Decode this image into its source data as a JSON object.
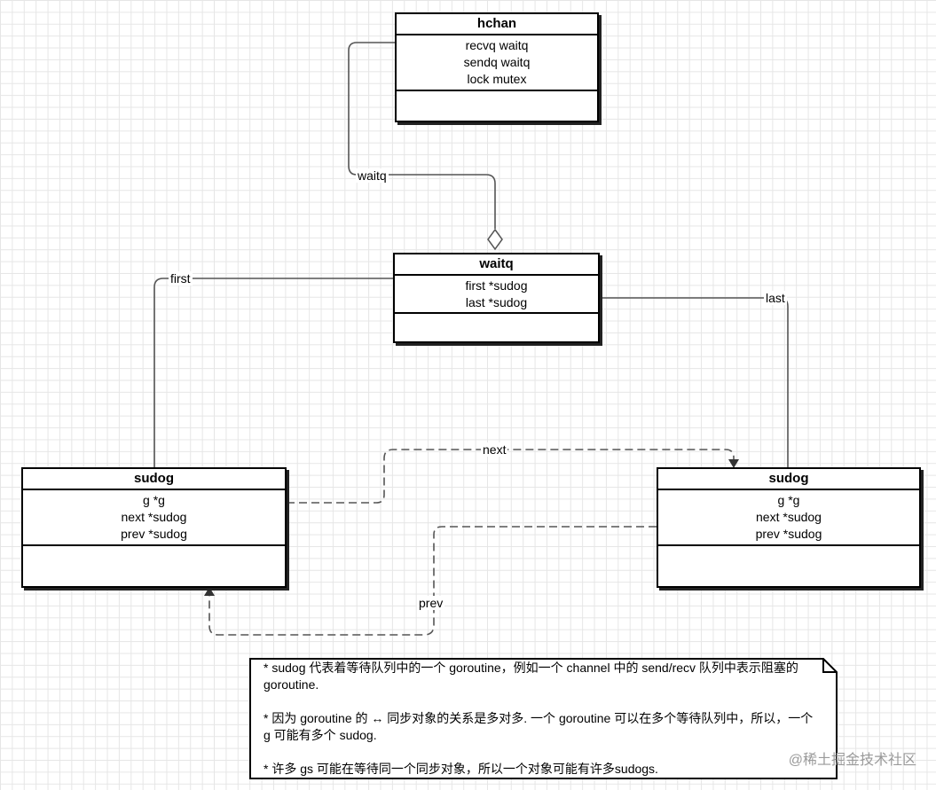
{
  "classes": {
    "hchan": {
      "name": "hchan",
      "fields": [
        "recvq waitq",
        "sendq waitq",
        "lock mutex"
      ]
    },
    "waitq": {
      "name": "waitq",
      "fields": [
        "first *sudog",
        "last *sudog"
      ]
    },
    "sudog_left": {
      "name": "sudog",
      "fields": [
        "g *g",
        "next *sudog",
        "prev *sudog"
      ]
    },
    "sudog_right": {
      "name": "sudog",
      "fields": [
        "g *g",
        "next *sudog",
        "prev *sudog"
      ]
    }
  },
  "edges": {
    "waitq": "waitq",
    "first": "first",
    "last": "last",
    "next": "next",
    "prev": "prev"
  },
  "note": {
    "paragraphs": [
      "* sudog 代表着等待队列中的一个 goroutine，例如一个 channel 中的 send/recv 队列中表示阻塞的 goroutine.",
      "* 因为 goroutine 的 ↔ 同步对象的关系是多对多. 一个 goroutine 可以在多个等待队列中，所以，一个 g 可能有多个 sudog.",
      "* 许多 gs 可能在等待同一个同步对象，所以一个对象可能有许多sudogs."
    ]
  },
  "watermark": "@稀土掘金技术社区"
}
